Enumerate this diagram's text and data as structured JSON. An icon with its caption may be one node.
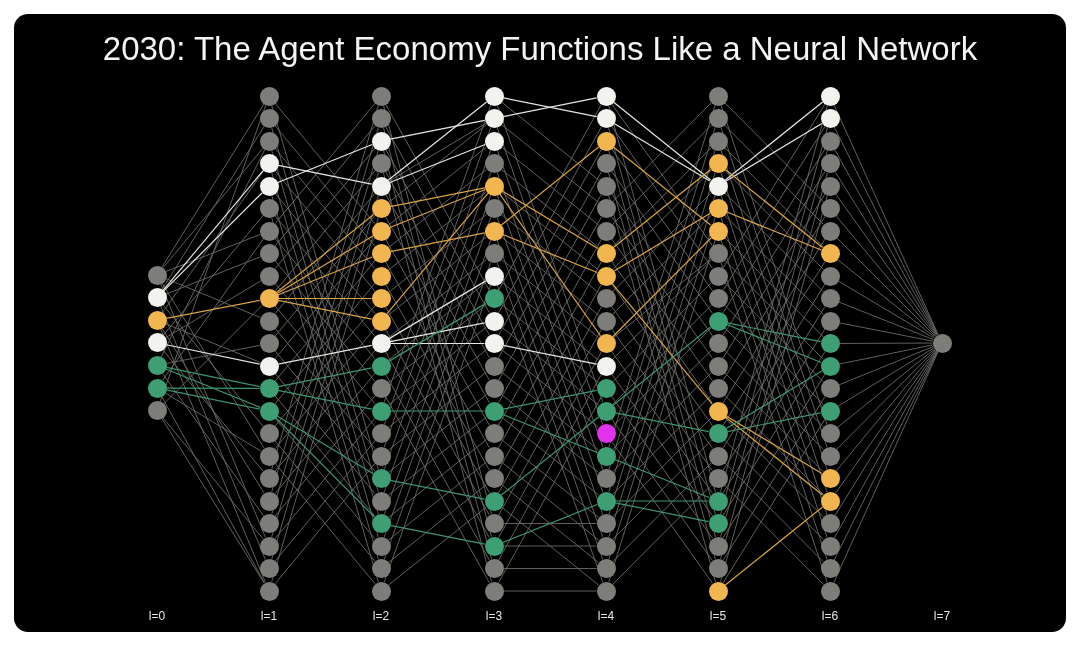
{
  "diagram": {
    "title": "2030: The Agent Economy Functions Like a Neural Network",
    "nodes": [
      {
        "text": [],
        "shape": "circle"
      },
      {
        "text": [],
        "shape": "circle"
      },
      {
        "text": [],
        "shape": "circle"
      },
      {
        "text": [],
        "shape": "circle"
      },
      {
        "text": [],
        "shape": "circle"
      },
      {
        "text": [],
        "shape": "circle"
      },
      {
        "text": [],
        "shape": "circle"
      },
      {
        "text": [],
        "shape": "circle"
      },
      {
        "text": [],
        "shape": "circle"
      },
      {
        "text": [],
        "shape": "circle"
      },
      {
        "text": [],
        "shape": "circle"
      },
      {
        "text": [],
        "shape": "circle"
      },
      {
        "text": [],
        "shape": "circle"
      },
      {
        "text": [],
        "shape": "circle"
      },
      {
        "text": [],
        "shape": "circle"
      },
      {
        "text": [],
        "shape": "circle"
      },
      {
        "text": [],
        "shape": "circle"
      },
      {
        "text": [],
        "shape": "circle"
      },
      {
        "text": [],
        "shape": "circle"
      },
      {
        "text": [],
        "shape": "circle"
      },
      {
        "text": [],
        "shape": "circle"
      },
      {
        "text": [],
        "shape": "circle"
      },
      {
        "text": [],
        "shape": "circle"
      },
      {
        "text": [],
        "shape": "circle"
      },
      {
        "text": [],
        "shape": "circle"
      },
      {
        "text": [],
        "shape": "circle"
      },
      {
        "text": [],
        "shape": "circle"
      },
      {
        "text": [],
        "shape": "circle"
      },
      {
        "text": [],
        "shape": "circle"
      },
      {
        "text": [],
        "shape": "circle"
      },
      {
        "text": [],
        "shape": "circle"
      },
      {
        "text": [],
        "shape": "circle"
      },
      {
        "text": [],
        "shape": "circle"
      },
      {
        "text": [],
        "shape": "circle"
      },
      {
        "text": [],
        "shape": "circle"
      },
      {
        "text": [],
        "shape": "circle"
      },
      {
        "text": [],
        "shape": "circle"
      },
      {
        "text": [],
        "shape": "circle"
      },
      {
        "text": [],
        "shape": "circle"
      },
      {
        "text": [],
        "shape": "circle"
      },
      {
        "text": [],
        "shape": "circle"
      },
      {
        "text": [],
        "shape": "circle"
      },
      {
        "text": [],
        "shape": "circle"
      },
      {
        "text": [],
        "shape": "circle"
      },
      {
        "text": [],
        "shape": "circle"
      },
      {
        "text": [],
        "shape": "circle"
      },
      {
        "text": [],
        "shape": "circle"
      },
      {
        "text": [],
        "shape": "circle"
      },
      {
        "text": [],
        "shape": "circle"
      },
      {
        "text": [],
        "shape": "circle"
      },
      {
        "text": [],
        "shape": "circle"
      },
      {
        "text": [],
        "shape": "circle"
      },
      {
        "text": [],
        "shape": "circle"
      },
      {
        "text": [],
        "shape": "circle"
      },
      {
        "text": [],
        "shape": "circle"
      },
      {
        "text": [],
        "shape": "circle"
      },
      {
        "text": [],
        "shape": "circle"
      },
      {
        "text": [],
        "shape": "circle"
      },
      {
        "text": [],
        "shape": "circle"
      },
      {
        "text": [],
        "shape": "circle"
      },
      {
        "text": [],
        "shape": "circle"
      },
      {
        "text": [],
        "shape": "circle"
      },
      {
        "text": [],
        "shape": "circle"
      },
      {
        "text": [],
        "shape": "circle"
      },
      {
        "text": [],
        "shape": "circle"
      },
      {
        "text": [],
        "shape": "circle"
      },
      {
        "text": [],
        "shape": "circle"
      },
      {
        "text": [],
        "shape": "circle"
      },
      {
        "text": [],
        "shape": "circle"
      },
      {
        "text": [],
        "shape": "circle"
      },
      {
        "text": [],
        "shape": "circle"
      },
      {
        "text": [],
        "shape": "circle"
      },
      {
        "text": [],
        "shape": "circle"
      },
      {
        "text": [],
        "shape": "circle"
      },
      {
        "text": [],
        "shape": "circle"
      },
      {
        "text": [],
        "shape": "circle"
      },
      {
        "text": [],
        "shape": "circle"
      },
      {
        "text": [],
        "shape": "circle"
      },
      {
        "text": [],
        "shape": "circle"
      },
      {
        "text": [],
        "shape": "circle"
      },
      {
        "text": [],
        "shape": "circle"
      },
      {
        "text": [],
        "shape": "circle"
      },
      {
        "text": [],
        "shape": "circle"
      },
      {
        "text": [],
        "shape": "circle"
      },
      {
        "text": [],
        "shape": "circle"
      },
      {
        "text": [],
        "shape": "circle"
      },
      {
        "text": [],
        "shape": "circle"
      },
      {
        "text": [],
        "shape": "circle"
      },
      {
        "text": [],
        "shape": "circle"
      },
      {
        "text": [],
        "shape": "circle"
      },
      {
        "text": [],
        "shape": "circle"
      },
      {
        "text": [],
        "shape": "circle"
      },
      {
        "text": [],
        "shape": "circle"
      },
      {
        "text": [],
        "shape": "circle"
      },
      {
        "text": [],
        "shape": "circle"
      },
      {
        "text": [],
        "shape": "circle"
      },
      {
        "text": [],
        "shape": "circle"
      },
      {
        "text": [],
        "shape": "circle"
      },
      {
        "text": [],
        "shape": "circle"
      },
      {
        "text": [],
        "shape": "circle"
      },
      {
        "text": [],
        "shape": "circle"
      },
      {
        "text": [],
        "shape": "circle"
      },
      {
        "text": [],
        "shape": "circle"
      },
      {
        "text": [],
        "shape": "circle"
      },
      {
        "text": [],
        "shape": "circle"
      },
      {
        "text": [],
        "shape": "circle"
      },
      {
        "text": [],
        "shape": "circle"
      },
      {
        "text": [],
        "shape": "circle"
      },
      {
        "text": [],
        "shape": "circle"
      },
      {
        "text": [],
        "shape": "circle"
      },
      {
        "text": [],
        "shape": "circle"
      },
      {
        "text": [],
        "shape": "circle"
      },
      {
        "text": [],
        "shape": "circle"
      },
      {
        "text": [],
        "shape": "circle"
      },
      {
        "text": [],
        "shape": "circle"
      },
      {
        "text": [],
        "shape": "circle"
      },
      {
        "text": [],
        "shape": "circle"
      },
      {
        "text": [],
        "shape": "circle"
      },
      {
        "text": [],
        "shape": "circle"
      },
      {
        "text": [],
        "shape": "circle"
      },
      {
        "text": [],
        "shape": "circle"
      },
      {
        "text": [],
        "shape": "circle"
      },
      {
        "text": [],
        "shape": "circle"
      },
      {
        "text": [],
        "shape": "circle"
      },
      {
        "text": [],
        "shape": "circle"
      },
      {
        "text": [],
        "shape": "circle"
      },
      {
        "text": [],
        "shape": "circle"
      },
      {
        "text": [],
        "shape": "circle"
      },
      {
        "text": [],
        "shape": "circle"
      },
      {
        "text": [],
        "shape": "circle"
      },
      {
        "text": [],
        "shape": "circle"
      },
      {
        "text": [],
        "shape": "circle"
      },
      {
        "text": [],
        "shape": "circle"
      },
      {
        "text": [],
        "shape": "circle"
      },
      {
        "text": [],
        "shape": "circle"
      },
      {
        "text": [],
        "shape": "circle"
      },
      {
        "text": [],
        "shape": "circle"
      },
      {
        "text": [],
        "shape": "circle"
      },
      {
        "text": [],
        "shape": "circle"
      },
      {
        "text": [],
        "shape": "circle"
      },
      {
        "text": [],
        "shape": "circle"
      },
      {
        "text": [],
        "shape": "circle"
      },
      {
        "text": [],
        "shape": "circle"
      },
      {
        "text": [],
        "shape": "circle"
      },
      {
        "text": [],
        "shape": "circle"
      },
      {
        "text": [],
        "shape": "circle"
      }
    ],
    "edges": [
      {
        "from": 0,
        "to": 7,
        "arrow": "none"
      },
      {
        "from": 0,
        "to": 9,
        "arrow": "none"
      },
      {
        "from": 0,
        "to": 13,
        "arrow": "none"
      },
      {
        "from": 0,
        "to": 17,
        "arrow": "none"
      },
      {
        "from": 0,
        "to": 23,
        "arrow": "none"
      },
      {
        "from": 0,
        "to": 27,
        "arrow": "none"
      },
      {
        "from": 1,
        "to": 8,
        "arrow": "none"
      },
      {
        "from": 1,
        "to": 14,
        "arrow": "none"
      },
      {
        "from": 1,
        "to": 22,
        "arrow": "none"
      },
      {
        "from": 1,
        "to": 28,
        "arrow": "none"
      },
      {
        "from": 2,
        "to": 10,
        "arrow": "none"
      },
      {
        "from": 2,
        "to": 19,
        "arrow": "none"
      },
      {
        "from": 2,
        "to": 25,
        "arrow": "none"
      },
      {
        "from": 2,
        "to": 29,
        "arrow": "none"
      },
      {
        "from": 3,
        "to": 12,
        "arrow": "none"
      },
      {
        "from": 3,
        "to": 15,
        "arrow": "none"
      },
      {
        "from": 3,
        "to": 24,
        "arrow": "none"
      },
      {
        "from": 4,
        "to": 9,
        "arrow": "none"
      },
      {
        "from": 4,
        "to": 18,
        "arrow": "none"
      },
      {
        "from": 4,
        "to": 26,
        "arrow": "none"
      },
      {
        "from": 5,
        "to": 13,
        "arrow": "none"
      },
      {
        "from": 5,
        "to": 23,
        "arrow": "none"
      },
      {
        "from": 5,
        "to": 29,
        "arrow": "none"
      },
      {
        "from": 6,
        "to": 7,
        "arrow": "none"
      },
      {
        "from": 6,
        "to": 16,
        "arrow": "none"
      },
      {
        "from": 6,
        "to": 27,
        "arrow": "none"
      },
      {
        "from": 6,
        "to": 29,
        "arrow": "none"
      },
      {
        "from": 7,
        "to": 36,
        "arrow": "none"
      },
      {
        "from": 7,
        "to": 47,
        "arrow": "none"
      },
      {
        "from": 8,
        "to": 37,
        "arrow": "none"
      },
      {
        "from": 8,
        "to": 48,
        "arrow": "none"
      },
      {
        "from": 9,
        "to": 38,
        "arrow": "none"
      },
      {
        "from": 9,
        "to": 49,
        "arrow": "none"
      },
      {
        "from": 10,
        "to": 39,
        "arrow": "none"
      },
      {
        "from": 10,
        "to": 50,
        "arrow": "none"
      },
      {
        "from": 11,
        "to": 40,
        "arrow": "none"
      },
      {
        "from": 11,
        "to": 51,
        "arrow": "none"
      },
      {
        "from": 12,
        "to": 41,
        "arrow": "none"
      },
      {
        "from": 12,
        "to": 52,
        "arrow": "none"
      },
      {
        "from": 13,
        "to": 42,
        "arrow": "none"
      },
      {
        "from": 13,
        "to": 30,
        "arrow": "none"
      },
      {
        "from": 14,
        "to": 43,
        "arrow": "none"
      },
      {
        "from": 14,
        "to": 31,
        "arrow": "none"
      },
      {
        "from": 15,
        "to": 44,
        "arrow": "none"
      },
      {
        "from": 15,
        "to": 32,
        "arrow": "none"
      },
      {
        "from": 16,
        "to": 45,
        "arrow": "none"
      },
      {
        "from": 16,
        "to": 33,
        "arrow": "none"
      },
      {
        "from": 17,
        "to": 46,
        "arrow": "none"
      },
      {
        "from": 17,
        "to": 34,
        "arrow": "none"
      },
      {
        "from": 18,
        "to": 47,
        "arrow": "none"
      },
      {
        "from": 18,
        "to": 35,
        "arrow": "none"
      },
      {
        "from": 19,
        "to": 48,
        "arrow": "none"
      },
      {
        "from": 19,
        "to": 36,
        "arrow": "none"
      },
      {
        "from": 20,
        "to": 49,
        "arrow": "none"
      },
      {
        "from": 20,
        "to": 37,
        "arrow": "none"
      },
      {
        "from": 21,
        "to": 50,
        "arrow": "none"
      },
      {
        "from": 21,
        "to": 38,
        "arrow": "none"
      },
      {
        "from": 22,
        "to": 51,
        "arrow": "none"
      },
      {
        "from": 22,
        "to": 39,
        "arrow": "none"
      },
      {
        "from": 23,
        "to": 52,
        "arrow": "none"
      },
      {
        "from": 23,
        "to": 40,
        "arrow": "none"
      },
      {
        "from": 24,
        "to": 30,
        "arrow": "none"
      },
      {
        "from": 24,
        "to": 41,
        "arrow": "none"
      },
      {
        "from": 25,
        "to": 31,
        "arrow": "none"
      },
      {
        "from": 25,
        "to": 42,
        "arrow": "none"
      },
      {
        "from": 26,
        "to": 32,
        "arrow": "none"
      },
      {
        "from": 26,
        "to": 43,
        "arrow": "none"
      },
      {
        "from": 27,
        "to": 33,
        "arrow": "none"
      },
      {
        "from": 27,
        "to": 44,
        "arrow": "none"
      },
      {
        "from": 28,
        "to": 34,
        "arrow": "none"
      },
      {
        "from": 28,
        "to": 45,
        "arrow": "none"
      },
      {
        "from": 29,
        "to": 35,
        "arrow": "none"
      },
      {
        "from": 29,
        "to": 46,
        "arrow": "none"
      },
      {
        "from": 30,
        "to": 62,
        "arrow": "none"
      },
      {
        "from": 30,
        "to": 72,
        "arrow": "none"
      },
      {
        "from": 31,
        "to": 63,
        "arrow": "none"
      },
      {
        "from": 31,
        "to": 73,
        "arrow": "none"
      },
      {
        "from": 32,
        "to": 64,
        "arrow": "none"
      },
      {
        "from": 32,
        "to": 74,
        "arrow": "none"
      },
      {
        "from": 33,
        "to": 65,
        "arrow": "none"
      },
      {
        "from": 33,
        "to": 75,
        "arrow": "none"
      },
      {
        "from": 34,
        "to": 66,
        "arrow": "none"
      },
      {
        "from": 34,
        "to": 54,
        "arrow": "none"
      },
      {
        "from": 35,
        "to": 67,
        "arrow": "none"
      },
      {
        "from": 35,
        "to": 54,
        "arrow": "none"
      },
      {
        "from": 36,
        "to": 68,
        "arrow": "none"
      },
      {
        "from": 36,
        "to": 55,
        "arrow": "none"
      },
      {
        "from": 37,
        "to": 69,
        "arrow": "none"
      },
      {
        "from": 37,
        "to": 56,
        "arrow": "none"
      },
      {
        "from": 38,
        "to": 70,
        "arrow": "none"
      },
      {
        "from": 38,
        "to": 57,
        "arrow": "none"
      },
      {
        "from": 39,
        "to": 71,
        "arrow": "none"
      },
      {
        "from": 39,
        "to": 58,
        "arrow": "none"
      },
      {
        "from": 40,
        "to": 72,
        "arrow": "none"
      },
      {
        "from": 40,
        "to": 59,
        "arrow": "none"
      },
      {
        "from": 41,
        "to": 73,
        "arrow": "none"
      },
      {
        "from": 41,
        "to": 60,
        "arrow": "none"
      },
      {
        "from": 42,
        "to": 74,
        "arrow": "none"
      },
      {
        "from": 42,
        "to": 61,
        "arrow": "none"
      },
      {
        "from": 43,
        "to": 75,
        "arrow": "none"
      },
      {
        "from": 43,
        "to": 62,
        "arrow": "none"
      },
      {
        "from": 44,
        "to": 53,
        "arrow": "none"
      },
      {
        "from": 44,
        "to": 63,
        "arrow": "none"
      },
      {
        "from": 45,
        "to": 54,
        "arrow": "none"
      },
      {
        "from": 45,
        "to": 64,
        "arrow": "none"
      },
      {
        "from": 46,
        "to": 55,
        "arrow": "none"
      },
      {
        "from": 46,
        "to": 65,
        "arrow": "none"
      },
      {
        "from": 47,
        "to": 56,
        "arrow": "none"
      },
      {
        "from": 47,
        "to": 66,
        "arrow": "none"
      },
      {
        "from": 48,
        "to": 57,
        "arrow": "none"
      },
      {
        "from": 48,
        "to": 67,
        "arrow": "none"
      },
      {
        "from": 49,
        "to": 58,
        "arrow": "none"
      },
      {
        "from": 49,
        "to": 68,
        "arrow": "none"
      },
      {
        "from": 50,
        "to": 59,
        "arrow": "none"
      },
      {
        "from": 50,
        "to": 69,
        "arrow": "none"
      },
      {
        "from": 51,
        "to": 60,
        "arrow": "none"
      },
      {
        "from": 51,
        "to": 70,
        "arrow": "none"
      },
      {
        "from": 52,
        "to": 61,
        "arrow": "none"
      },
      {
        "from": 52,
        "to": 71,
        "arrow": "none"
      },
      {
        "from": 53,
        "to": 80,
        "arrow": "none"
      },
      {
        "from": 53,
        "to": 90,
        "arrow": "none"
      },
      {
        "from": 54,
        "to": 81,
        "arrow": "none"
      },
      {
        "from": 54,
        "to": 91,
        "arrow": "none"
      },
      {
        "from": 55,
        "to": 82,
        "arrow": "none"
      },
      {
        "from": 55,
        "to": 92,
        "arrow": "none"
      },
      {
        "from": 56,
        "to": 83,
        "arrow": "none"
      },
      {
        "from": 56,
        "to": 93,
        "arrow": "none"
      },
      {
        "from": 57,
        "to": 84,
        "arrow": "none"
      },
      {
        "from": 57,
        "to": 94,
        "arrow": "none"
      },
      {
        "from": 58,
        "to": 85,
        "arrow": "none"
      },
      {
        "from": 58,
        "to": 95,
        "arrow": "none"
      },
      {
        "from": 59,
        "to": 86,
        "arrow": "none"
      },
      {
        "from": 59,
        "to": 96,
        "arrow": "none"
      },
      {
        "from": 60,
        "to": 87,
        "arrow": "none"
      },
      {
        "from": 60,
        "to": 97,
        "arrow": "none"
      },
      {
        "from": 61,
        "to": 88,
        "arrow": "none"
      },
      {
        "from": 61,
        "to": 98,
        "arrow": "none"
      },
      {
        "from": 62,
        "to": 89,
        "arrow": "none"
      },
      {
        "from": 62,
        "to": 76,
        "arrow": "none"
      },
      {
        "from": 63,
        "to": 90,
        "arrow": "none"
      },
      {
        "from": 63,
        "to": 77,
        "arrow": "none"
      },
      {
        "from": 64,
        "to": 91,
        "arrow": "none"
      },
      {
        "from": 64,
        "to": 78,
        "arrow": "none"
      },
      {
        "from": 65,
        "to": 92,
        "arrow": "none"
      },
      {
        "from": 65,
        "to": 79,
        "arrow": "none"
      },
      {
        "from": 66,
        "to": 93,
        "arrow": "none"
      },
      {
        "from": 66,
        "to": 80,
        "arrow": "none"
      },
      {
        "from": 67,
        "to": 94,
        "arrow": "none"
      },
      {
        "from": 67,
        "to": 81,
        "arrow": "none"
      },
      {
        "from": 68,
        "to": 95,
        "arrow": "none"
      },
      {
        "from": 68,
        "to": 82,
        "arrow": "none"
      },
      {
        "from": 69,
        "to": 96,
        "arrow": "none"
      },
      {
        "from": 69,
        "to": 83,
        "arrow": "none"
      },
      {
        "from": 70,
        "to": 97,
        "arrow": "none"
      },
      {
        "from": 70,
        "to": 84,
        "arrow": "none"
      },
      {
        "from": 71,
        "to": 98,
        "arrow": "none"
      },
      {
        "from": 71,
        "to": 85,
        "arrow": "none"
      },
      {
        "from": 72,
        "to": 95,
        "arrow": "none"
      },
      {
        "from": 72,
        "to": 86,
        "arrow": "none"
      },
      {
        "from": 73,
        "to": 96,
        "arrow": "none"
      },
      {
        "from": 73,
        "to": 87,
        "arrow": "none"
      },
      {
        "from": 74,
        "to": 97,
        "arrow": "none"
      },
      {
        "from": 74,
        "to": 88,
        "arrow": "none"
      },
      {
        "from": 75,
        "to": 98,
        "arrow": "none"
      },
      {
        "from": 75,
        "to": 89,
        "arrow": "none"
      },
      {
        "from": 76,
        "to": 106,
        "arrow": "none"
      },
      {
        "from": 76,
        "to": 117,
        "arrow": "none"
      },
      {
        "from": 77,
        "to": 107,
        "arrow": "none"
      },
      {
        "from": 77,
        "to": 118,
        "arrow": "none"
      },
      {
        "from": 78,
        "to": 108,
        "arrow": "none"
      },
      {
        "from": 78,
        "to": 119,
        "arrow": "none"
      },
      {
        "from": 79,
        "to": 109,
        "arrow": "none"
      },
      {
        "from": 79,
        "to": 120,
        "arrow": "none"
      },
      {
        "from": 80,
        "to": 110,
        "arrow": "none"
      },
      {
        "from": 80,
        "to": 121,
        "arrow": "none"
      },
      {
        "from": 81,
        "to": 111,
        "arrow": "none"
      },
      {
        "from": 81,
        "to": 99,
        "arrow": "none"
      },
      {
        "from": 82,
        "to": 112,
        "arrow": "none"
      },
      {
        "from": 82,
        "to": 100,
        "arrow": "none"
      },
      {
        "from": 83,
        "to": 113,
        "arrow": "none"
      },
      {
        "from": 83,
        "to": 101,
        "arrow": "none"
      },
      {
        "from": 84,
        "to": 114,
        "arrow": "none"
      },
      {
        "from": 84,
        "to": 102,
        "arrow": "none"
      },
      {
        "from": 85,
        "to": 115,
        "arrow": "none"
      },
      {
        "from": 85,
        "to": 103,
        "arrow": "none"
      },
      {
        "from": 86,
        "to": 116,
        "arrow": "none"
      },
      {
        "from": 86,
        "to": 104,
        "arrow": "none"
      },
      {
        "from": 87,
        "to": 117,
        "arrow": "none"
      },
      {
        "from": 87,
        "to": 106,
        "arrow": "none"
      },
      {
        "from": 88,
        "to": 118,
        "arrow": "none"
      },
      {
        "from": 88,
        "to": 106,
        "arrow": "none"
      },
      {
        "from": 89,
        "to": 119,
        "arrow": "none"
      },
      {
        "from": 89,
        "to": 107,
        "arrow": "none"
      },
      {
        "from": 90,
        "to": 120,
        "arrow": "none"
      },
      {
        "from": 90,
        "to": 108,
        "arrow": "none"
      },
      {
        "from": 91,
        "to": 121,
        "arrow": "none"
      },
      {
        "from": 91,
        "to": 109,
        "arrow": "none"
      },
      {
        "from": 92,
        "to": 99,
        "arrow": "none"
      },
      {
        "from": 92,
        "to": 110,
        "arrow": "none"
      },
      {
        "from": 93,
        "to": 100,
        "arrow": "none"
      },
      {
        "from": 93,
        "to": 111,
        "arrow": "none"
      },
      {
        "from": 94,
        "to": 101,
        "arrow": "none"
      },
      {
        "from": 94,
        "to": 112,
        "arrow": "none"
      },
      {
        "from": 95,
        "to": 102,
        "arrow": "none"
      },
      {
        "from": 95,
        "to": 113,
        "arrow": "none"
      },
      {
        "from": 96,
        "to": 103,
        "arrow": "none"
      },
      {
        "from": 96,
        "to": 114,
        "arrow": "none"
      },
      {
        "from": 97,
        "to": 104,
        "arrow": "none"
      },
      {
        "from": 97,
        "to": 115,
        "arrow": "none"
      },
      {
        "from": 98,
        "to": 105,
        "arrow": "none"
      },
      {
        "from": 98,
        "to": 116,
        "arrow": "none"
      },
      {
        "from": 99,
        "to": 127,
        "arrow": "none"
      },
      {
        "from": 99,
        "to": 137,
        "arrow": "none"
      },
      {
        "from": 100,
        "to": 128,
        "arrow": "none"
      },
      {
        "from": 100,
        "to": 138,
        "arrow": "none"
      },
      {
        "from": 101,
        "to": 129,
        "arrow": "none"
      },
      {
        "from": 101,
        "to": 139,
        "arrow": "none"
      },
      {
        "from": 102,
        "to": 130,
        "arrow": "none"
      },
      {
        "from": 102,
        "to": 140,
        "arrow": "none"
      },
      {
        "from": 103,
        "to": 131,
        "arrow": "none"
      },
      {
        "from": 103,
        "to": 141,
        "arrow": "none"
      },
      {
        "from": 104,
        "to": 132,
        "arrow": "none"
      },
      {
        "from": 104,
        "to": 142,
        "arrow": "none"
      },
      {
        "from": 105,
        "to": 133,
        "arrow": "none"
      },
      {
        "from": 105,
        "to": 143,
        "arrow": "none"
      },
      {
        "from": 106,
        "to": 134,
        "arrow": "none"
      },
      {
        "from": 106,
        "to": 144,
        "arrow": "none"
      },
      {
        "from": 107,
        "to": 135,
        "arrow": "none"
      },
      {
        "from": 107,
        "to": 122,
        "arrow": "none"
      },
      {
        "from": 108,
        "to": 136,
        "arrow": "none"
      },
      {
        "from": 108,
        "to": 123,
        "arrow": "none"
      },
      {
        "from": 109,
        "to": 137,
        "arrow": "none"
      },
      {
        "from": 109,
        "to": 124,
        "arrow": "none"
      },
      {
        "from": 110,
        "to": 138,
        "arrow": "none"
      },
      {
        "from": 110,
        "to": 125,
        "arrow": "none"
      },
      {
        "from": 111,
        "to": 139,
        "arrow": "none"
      },
      {
        "from": 111,
        "to": 126,
        "arrow": "none"
      },
      {
        "from": 112,
        "to": 140,
        "arrow": "none"
      },
      {
        "from": 112,
        "to": 127,
        "arrow": "none"
      },
      {
        "from": 113,
        "to": 141,
        "arrow": "none"
      },
      {
        "from": 113,
        "to": 128,
        "arrow": "none"
      },
      {
        "from": 114,
        "to": 142,
        "arrow": "none"
      },
      {
        "from": 114,
        "to": 129,
        "arrow": "none"
      },
      {
        "from": 115,
        "to": 143,
        "arrow": "none"
      },
      {
        "from": 115,
        "to": 130,
        "arrow": "none"
      },
      {
        "from": 116,
        "to": 144,
        "arrow": "none"
      },
      {
        "from": 116,
        "to": 131,
        "arrow": "none"
      },
      {
        "from": 117,
        "to": 122,
        "arrow": "none"
      },
      {
        "from": 117,
        "to": 132,
        "arrow": "none"
      },
      {
        "from": 118,
        "to": 123,
        "arrow": "none"
      },
      {
        "from": 118,
        "to": 133,
        "arrow": "none"
      },
      {
        "from": 119,
        "to": 124,
        "arrow": "none"
      },
      {
        "from": 119,
        "to": 134,
        "arrow": "none"
      },
      {
        "from": 120,
        "to": 125,
        "arrow": "none"
      },
      {
        "from": 120,
        "to": 135,
        "arrow": "none"
      },
      {
        "from": 121,
        "to": 126,
        "arrow": "none"
      },
      {
        "from": 121,
        "to": 136,
        "arrow": "none"
      },
      {
        "from": 122,
        "to": 145,
        "arrow": "none"
      },
      {
        "from": 123,
        "to": 145,
        "arrow": "none"
      },
      {
        "from": 124,
        "to": 145,
        "arrow": "none"
      },
      {
        "from": 125,
        "to": 145,
        "arrow": "none"
      },
      {
        "from": 126,
        "to": 145,
        "arrow": "none"
      },
      {
        "from": 127,
        "to": 145,
        "arrow": "none"
      },
      {
        "from": 128,
        "to": 145,
        "arrow": "none"
      },
      {
        "from": 129,
        "to": 145,
        "arrow": "none"
      },
      {
        "from": 130,
        "to": 145,
        "arrow": "none"
      },
      {
        "from": 131,
        "to": 145,
        "arrow": "none"
      },
      {
        "from": 132,
        "to": 145,
        "arrow": "none"
      },
      {
        "from": 133,
        "to": 145,
        "arrow": "none"
      },
      {
        "from": 134,
        "to": 145,
        "arrow": "none"
      },
      {
        "from": 135,
        "to": 145,
        "arrow": "none"
      },
      {
        "from": 136,
        "to": 145,
        "arrow": "none"
      },
      {
        "from": 137,
        "to": 145,
        "arrow": "none"
      },
      {
        "from": 138,
        "to": 145,
        "arrow": "none"
      },
      {
        "from": 139,
        "to": 145,
        "arrow": "none"
      },
      {
        "from": 140,
        "to": 145,
        "arrow": "none"
      },
      {
        "from": 141,
        "to": 145,
        "arrow": "none"
      },
      {
        "from": 142,
        "to": 145,
        "arrow": "none"
      },
      {
        "from": 143,
        "to": 145,
        "arrow": "none"
      },
      {
        "from": 144,
        "to": 145,
        "arrow": "none"
      },
      {
        "from": 1,
        "to": 10,
        "arrow": "none",
        "color": "#e6e6e2"
      },
      {
        "from": 1,
        "to": 11,
        "arrow": "none",
        "color": "#e6e6e2"
      },
      {
        "from": 2,
        "to": 16,
        "arrow": "none",
        "color": "#d9a347"
      },
      {
        "from": 3,
        "to": 19,
        "arrow": "none",
        "color": "#e6e6e2"
      },
      {
        "from": 4,
        "to": 20,
        "arrow": "none",
        "color": "#3d9470"
      },
      {
        "from": 4,
        "to": 21,
        "arrow": "none",
        "color": "#3d9470"
      },
      {
        "from": 5,
        "to": 20,
        "arrow": "none",
        "color": "#3d9470"
      },
      {
        "from": 5,
        "to": 21,
        "arrow": "none",
        "color": "#3d9470"
      },
      {
        "from": 10,
        "to": 34,
        "arrow": "none",
        "color": "#e6e6e2"
      },
      {
        "from": 11,
        "to": 32,
        "arrow": "none",
        "color": "#e6e6e2"
      },
      {
        "from": 16,
        "to": 35,
        "arrow": "none",
        "color": "#d9a347"
      },
      {
        "from": 16,
        "to": 36,
        "arrow": "none",
        "color": "#d9a347"
      },
      {
        "from": 16,
        "to": 37,
        "arrow": "none",
        "color": "#d9a347"
      },
      {
        "from": 16,
        "to": 39,
        "arrow": "none",
        "color": "#d9a347"
      },
      {
        "from": 16,
        "to": 40,
        "arrow": "none",
        "color": "#d9a347"
      },
      {
        "from": 19,
        "to": 41,
        "arrow": "none",
        "color": "#e6e6e2"
      },
      {
        "from": 20,
        "to": 42,
        "arrow": "none",
        "color": "#3d9470"
      },
      {
        "from": 20,
        "to": 44,
        "arrow": "none",
        "color": "#3d9470"
      },
      {
        "from": 21,
        "to": 47,
        "arrow": "none",
        "color": "#3d9470"
      },
      {
        "from": 21,
        "to": 49,
        "arrow": "none",
        "color": "#3d9470"
      },
      {
        "from": 32,
        "to": 54,
        "arrow": "none",
        "color": "#e6e6e2"
      },
      {
        "from": 34,
        "to": 53,
        "arrow": "none",
        "color": "#e6e6e2"
      },
      {
        "from": 34,
        "to": 55,
        "arrow": "none",
        "color": "#e6e6e2"
      },
      {
        "from": 35,
        "to": 57,
        "arrow": "none",
        "color": "#d9a347"
      },
      {
        "from": 36,
        "to": 57,
        "arrow": "none",
        "color": "#d9a347"
      },
      {
        "from": 37,
        "to": 59,
        "arrow": "none",
        "color": "#d9a347"
      },
      {
        "from": 40,
        "to": 57,
        "arrow": "none",
        "color": "#d9a347"
      },
      {
        "from": 41,
        "to": 61,
        "arrow": "none",
        "color": "#e6e6e2"
      },
      {
        "from": 41,
        "to": 63,
        "arrow": "none",
        "color": "#e6e6e2"
      },
      {
        "from": 41,
        "to": 64,
        "arrow": "none",
        "color": "#e6e6e2"
      },
      {
        "from": 42,
        "to": 62,
        "arrow": "none",
        "color": "#3d9470"
      },
      {
        "from": 44,
        "to": 67,
        "arrow": "none",
        "color": "#3d9470"
      },
      {
        "from": 47,
        "to": 71,
        "arrow": "none",
        "color": "#3d9470"
      },
      {
        "from": 49,
        "to": 73,
        "arrow": "none",
        "color": "#3d9470"
      },
      {
        "from": 53,
        "to": 77,
        "arrow": "none",
        "color": "#e6e6e2"
      },
      {
        "from": 54,
        "to": 76,
        "arrow": "none",
        "color": "#e6e6e2"
      },
      {
        "from": 57,
        "to": 83,
        "arrow": "none",
        "color": "#d9a347"
      },
      {
        "from": 57,
        "to": 87,
        "arrow": "none",
        "color": "#d9a347"
      },
      {
        "from": 59,
        "to": 78,
        "arrow": "none",
        "color": "#d9a347"
      },
      {
        "from": 59,
        "to": 84,
        "arrow": "none",
        "color": "#d9a347"
      },
      {
        "from": 64,
        "to": 88,
        "arrow": "none",
        "color": "#e6e6e2"
      },
      {
        "from": 67,
        "to": 89,
        "arrow": "none",
        "color": "#3d9470"
      },
      {
        "from": 67,
        "to": 92,
        "arrow": "none",
        "color": "#3d9470"
      },
      {
        "from": 71,
        "to": 90,
        "arrow": "none",
        "color": "#3d9470"
      },
      {
        "from": 73,
        "to": 94,
        "arrow": "none",
        "color": "#3d9470"
      },
      {
        "from": 77,
        "to": 103,
        "arrow": "none",
        "color": "#e6e6e2"
      },
      {
        "from": 76,
        "to": 103,
        "arrow": "none",
        "color": "#e6e6e2"
      },
      {
        "from": 78,
        "to": 105,
        "arrow": "none",
        "color": "#d9a347"
      },
      {
        "from": 83,
        "to": 102,
        "arrow": "none",
        "color": "#d9a347"
      },
      {
        "from": 84,
        "to": 104,
        "arrow": "none",
        "color": "#d9a347"
      },
      {
        "from": 84,
        "to": 113,
        "arrow": "none",
        "color": "#d9a347"
      },
      {
        "from": 87,
        "to": 105,
        "arrow": "none",
        "color": "#d9a347"
      },
      {
        "from": 90,
        "to": 109,
        "arrow": "none",
        "color": "#3d9470"
      },
      {
        "from": 90,
        "to": 114,
        "arrow": "none",
        "color": "#3d9470"
      },
      {
        "from": 92,
        "to": 117,
        "arrow": "none",
        "color": "#3d9470"
      },
      {
        "from": 94,
        "to": 117,
        "arrow": "none",
        "color": "#3d9470"
      },
      {
        "from": 94,
        "to": 118,
        "arrow": "none",
        "color": "#3d9470"
      },
      {
        "from": 103,
        "to": 122,
        "arrow": "none",
        "color": "#e6e6e2"
      },
      {
        "from": 103,
        "to": 123,
        "arrow": "none",
        "color": "#e6e6e2"
      },
      {
        "from": 102,
        "to": 129,
        "arrow": "none",
        "color": "#d9a347"
      },
      {
        "from": 104,
        "to": 129,
        "arrow": "none",
        "color": "#d9a347"
      },
      {
        "from": 113,
        "to": 139,
        "arrow": "none",
        "color": "#d9a347"
      },
      {
        "from": 113,
        "to": 140,
        "arrow": "none",
        "color": "#d9a347"
      },
      {
        "from": 121,
        "to": 140,
        "arrow": "none",
        "color": "#d9a347"
      },
      {
        "from": 109,
        "to": 133,
        "arrow": "none",
        "color": "#3d9470"
      },
      {
        "from": 109,
        "to": 134,
        "arrow": "none",
        "color": "#3d9470"
      },
      {
        "from": 114,
        "to": 136,
        "arrow": "none",
        "color": "#3d9470"
      },
      {
        "from": 114,
        "to": 134,
        "arrow": "none",
        "color": "#3d9470"
      }
    ],
    "labels": [
      "l=0",
      "l=1",
      "l=2",
      "l=3",
      "l=4",
      "l=5",
      "l=6",
      "l=7"
    ]
  }
}
